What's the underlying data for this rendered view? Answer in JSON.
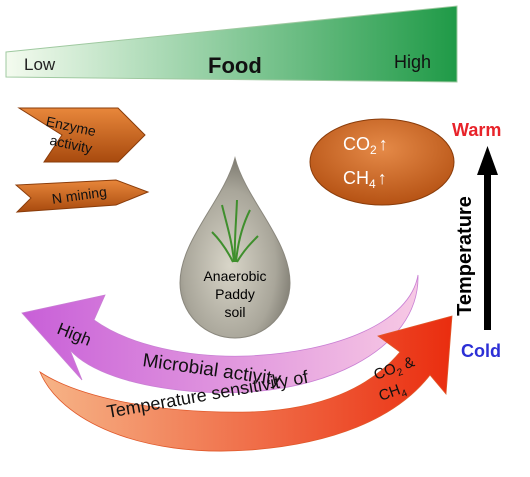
{
  "food_gradient": {
    "label_low": "Low",
    "label_title": "Food",
    "label_high": "High",
    "color_low": "#f4fbef",
    "color_high": "#1f9a47"
  },
  "left_arrows": {
    "enzyme_line1": "Enzyme",
    "enzyme_line2": "activity",
    "nmining": "N mining",
    "color": "#d2691e"
  },
  "gas_bubble": {
    "co2": "CO",
    "co2_sub": "2",
    "ch4": "CH",
    "ch4_sub": "4",
    "arrow_glyph": "↑",
    "color": "#c65a17"
  },
  "temperature_axis": {
    "warm": "Warm",
    "cold": "Cold",
    "label": "Temperature",
    "warm_color": "#e8232a",
    "cold_color": "#2c2fd6"
  },
  "soil_drop": {
    "line1": "Anaerobic",
    "line2": "Paddy",
    "line3": "soil"
  },
  "microbial_arrow": {
    "high": "High",
    "label": "Microbial activity",
    "color_start": "#f7c9e4",
    "color_end": "#c85fd8"
  },
  "sensitivity_arrow": {
    "label": "Temperature sensitivity of",
    "co2": "CO",
    "co2_sub": "2",
    "amp": "&",
    "ch4": "CH",
    "ch4_sub": "4",
    "color_start": "#f6b487",
    "color_end": "#ea2d0f"
  }
}
